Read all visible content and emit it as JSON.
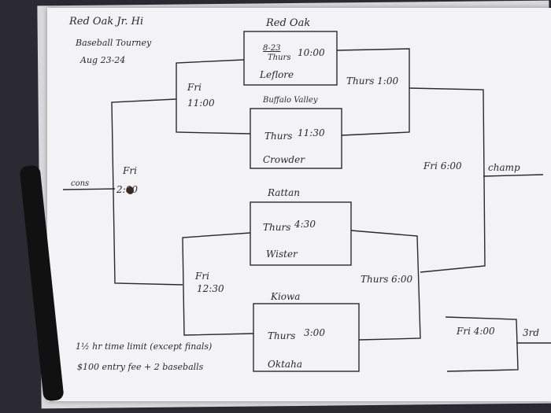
{
  "header": {
    "line1": "Red Oak Jr. Hi",
    "line2": "Baseball Tourney",
    "line3": "Aug 23-24"
  },
  "games": {
    "top_left": {
      "date": "8-23",
      "day": "Thurs",
      "time": "10:00"
    },
    "top_mid": {
      "day": "Thurs",
      "time": "11:30"
    },
    "bottom_top": {
      "day": "Thurs",
      "time": "4:30"
    },
    "bottom_low": {
      "day": "Thurs",
      "time": "3:00"
    },
    "semi_top": {
      "text": "Thurs 1:00"
    },
    "semi_bottom": {
      "text": "Thurs 6:00"
    },
    "fri_1100": {
      "day": "Fri",
      "time": "11:00"
    },
    "fri_1230": {
      "day": "Fri",
      "time": "12:30"
    },
    "fri_cons": {
      "day": "Fri",
      "time": "2:00"
    },
    "final": {
      "text": "Fri 6:00"
    },
    "third": {
      "text": "Fri 4:00"
    }
  },
  "teams": {
    "red_oak": "Red Oak",
    "leflore": "Leflore",
    "buffalo_valley": "Buffalo Valley",
    "crowder": "Crowder",
    "rattan": "Rattan",
    "wister": "Wister",
    "kiowa": "Kiowa",
    "oktaha": "Oktaha"
  },
  "labels": {
    "champ": "champ",
    "cons": "cons",
    "third": "3rd"
  },
  "notes": {
    "time_limit": "1½ hr time limit (except finals)",
    "entry_fee": "$100 entry fee + 2 baseballs"
  },
  "colors": {
    "ink": "#2a2a2a",
    "paper": "#f3f2f5",
    "background": "#2b2a33"
  }
}
